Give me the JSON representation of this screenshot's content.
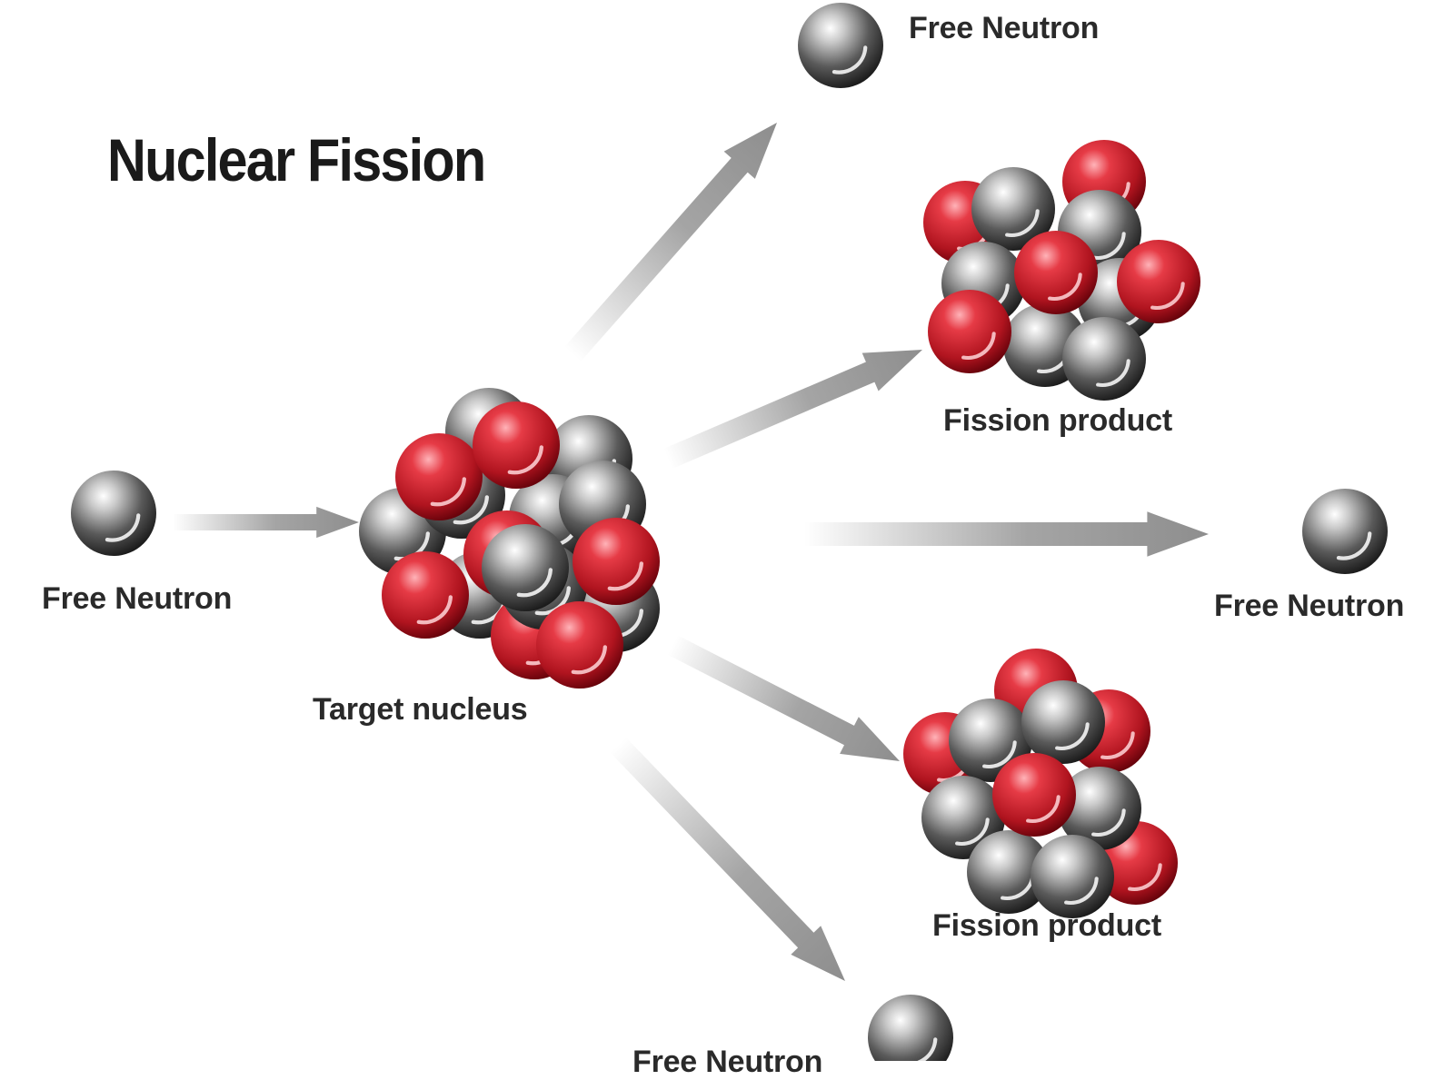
{
  "title": "Nuclear Fission",
  "labels": {
    "free_neutron_input": "Free Neutron",
    "target_nucleus": "Target nucleus",
    "fission_product_top": "Fission product",
    "fission_product_bottom": "Fission product",
    "free_neutron_top": "Free Neutron",
    "free_neutron_right": "Free Neutron",
    "free_neutron_bottom": "Free Neutron"
  },
  "colors": {
    "proton": "#d42a35",
    "neutron": "#3a3a3a",
    "arrow": "#8e8e8e",
    "text": "#2a2a2a"
  }
}
